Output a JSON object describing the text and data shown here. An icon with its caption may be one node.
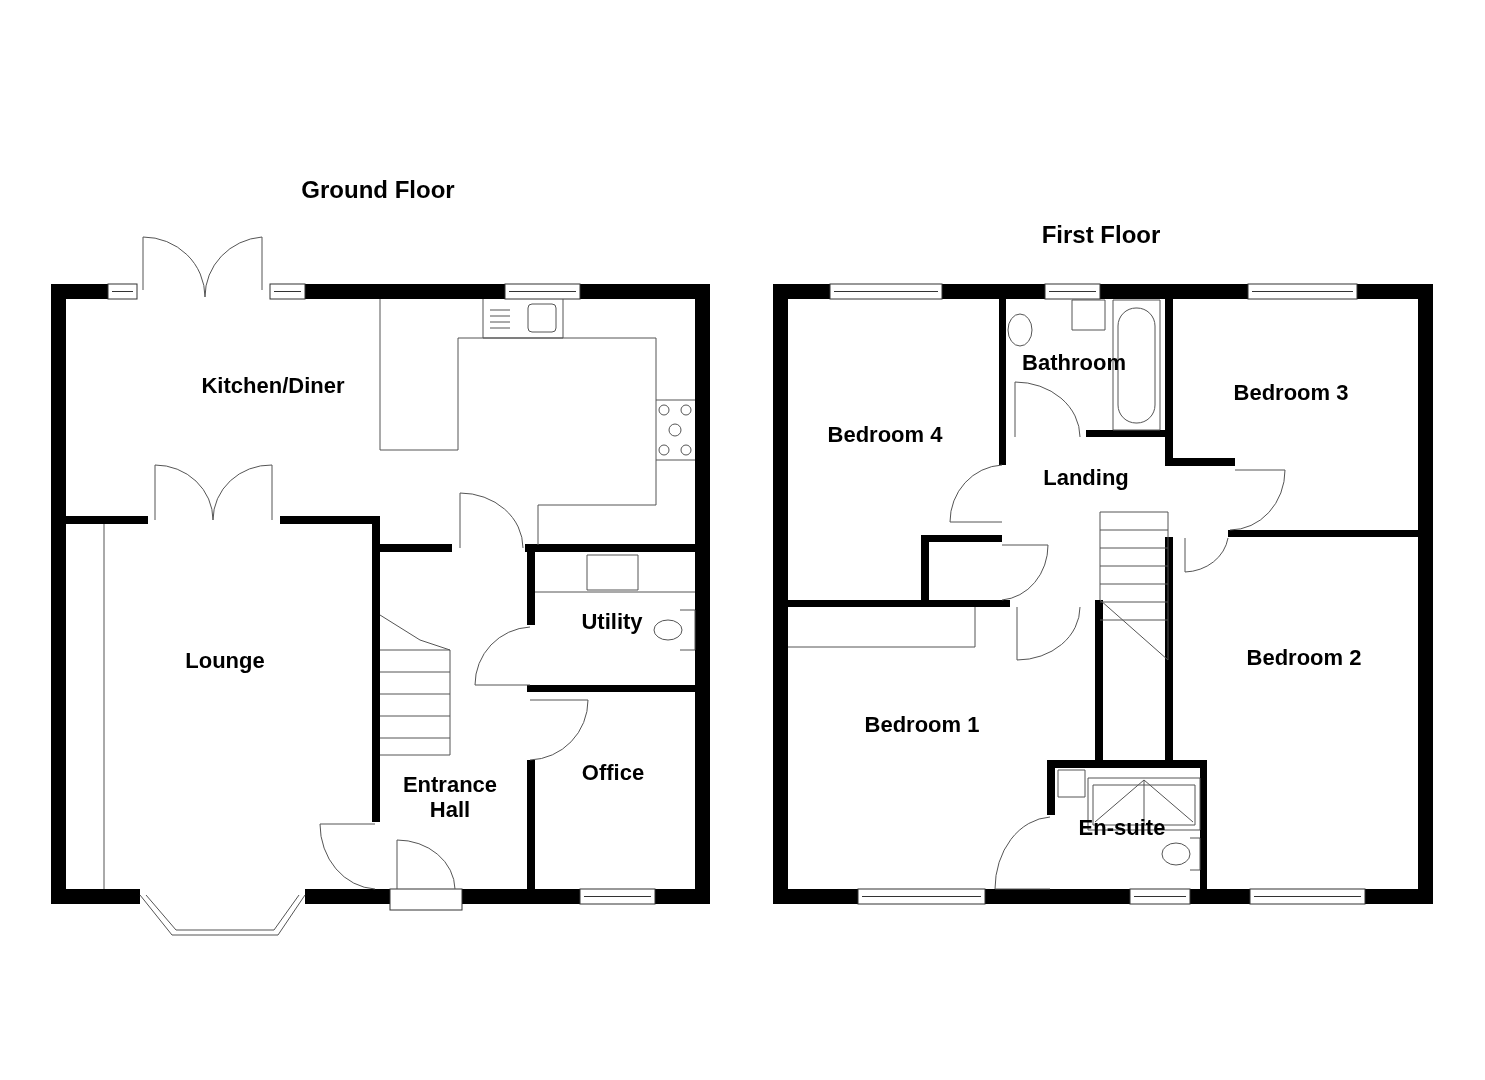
{
  "diagram": {
    "labels": [
      "Ground Floor",
      "First Floor",
      "Kitchen/Diner",
      "Lounge",
      "Utility",
      "Entrance Hall",
      "Office",
      "Bathroom",
      "Bedroom 3",
      "Bedroom 4",
      "Landing",
      "Bedroom 2",
      "Bedroom 1",
      "En-suite"
    ]
  }
}
